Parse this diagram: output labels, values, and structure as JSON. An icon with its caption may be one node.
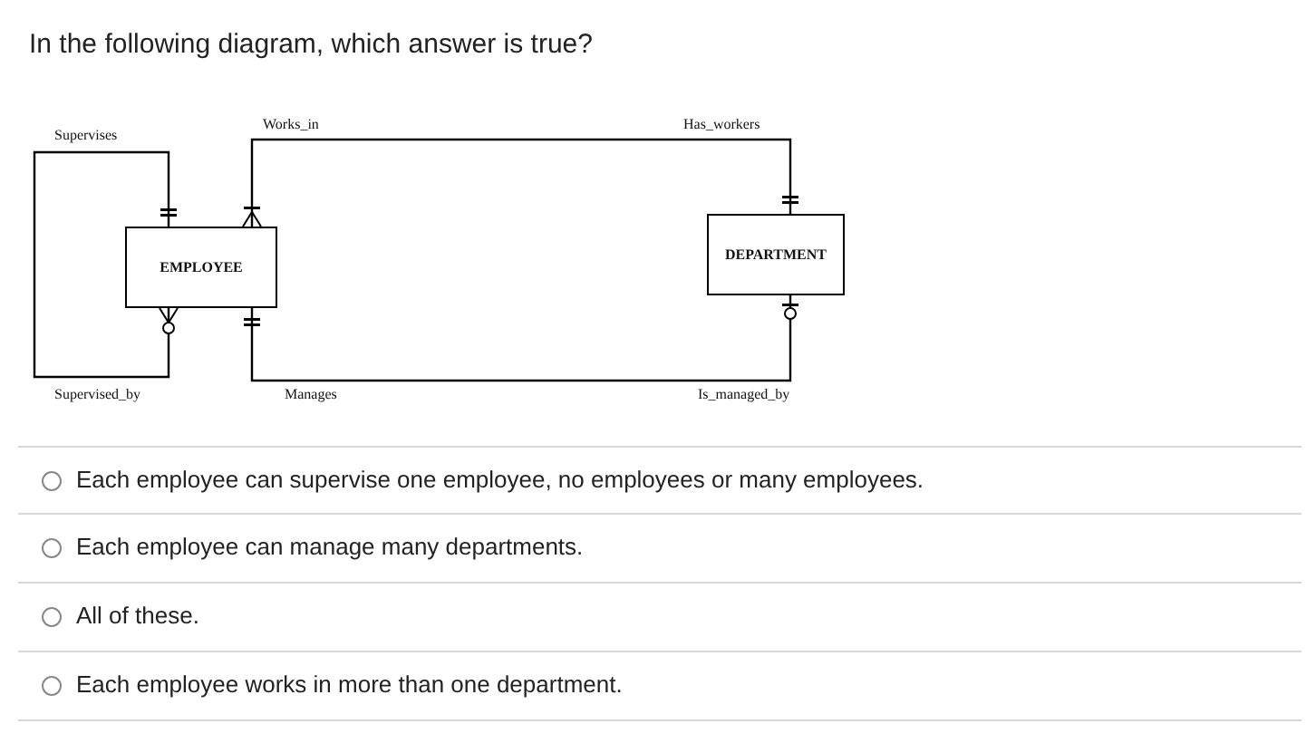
{
  "diagram": {
    "title": "In the following diagram, which answer is true?",
    "nodes": [
      {
        "text": [
          "EMPLOYEE"
        ]
      },
      {
        "text": [
          "DEPARTMENT"
        ]
      }
    ],
    "edges": [
      {
        "from": 0,
        "to": 0,
        "arrow": "other",
        "label": "Supervises"
      },
      {
        "from": 0,
        "to": 1,
        "arrow": "other",
        "label": "Works_in"
      },
      {
        "from": 0,
        "to": 1,
        "arrow": "other",
        "label": "Manages"
      }
    ],
    "labels": [
      "Supervised_by",
      "Has_workers",
      "Is_managed_by",
      "Each employee can supervise one employee, no employees or many employees.",
      "Each employee can manage many departments.",
      "All of these.",
      "Each employee works in more than one department."
    ]
  }
}
